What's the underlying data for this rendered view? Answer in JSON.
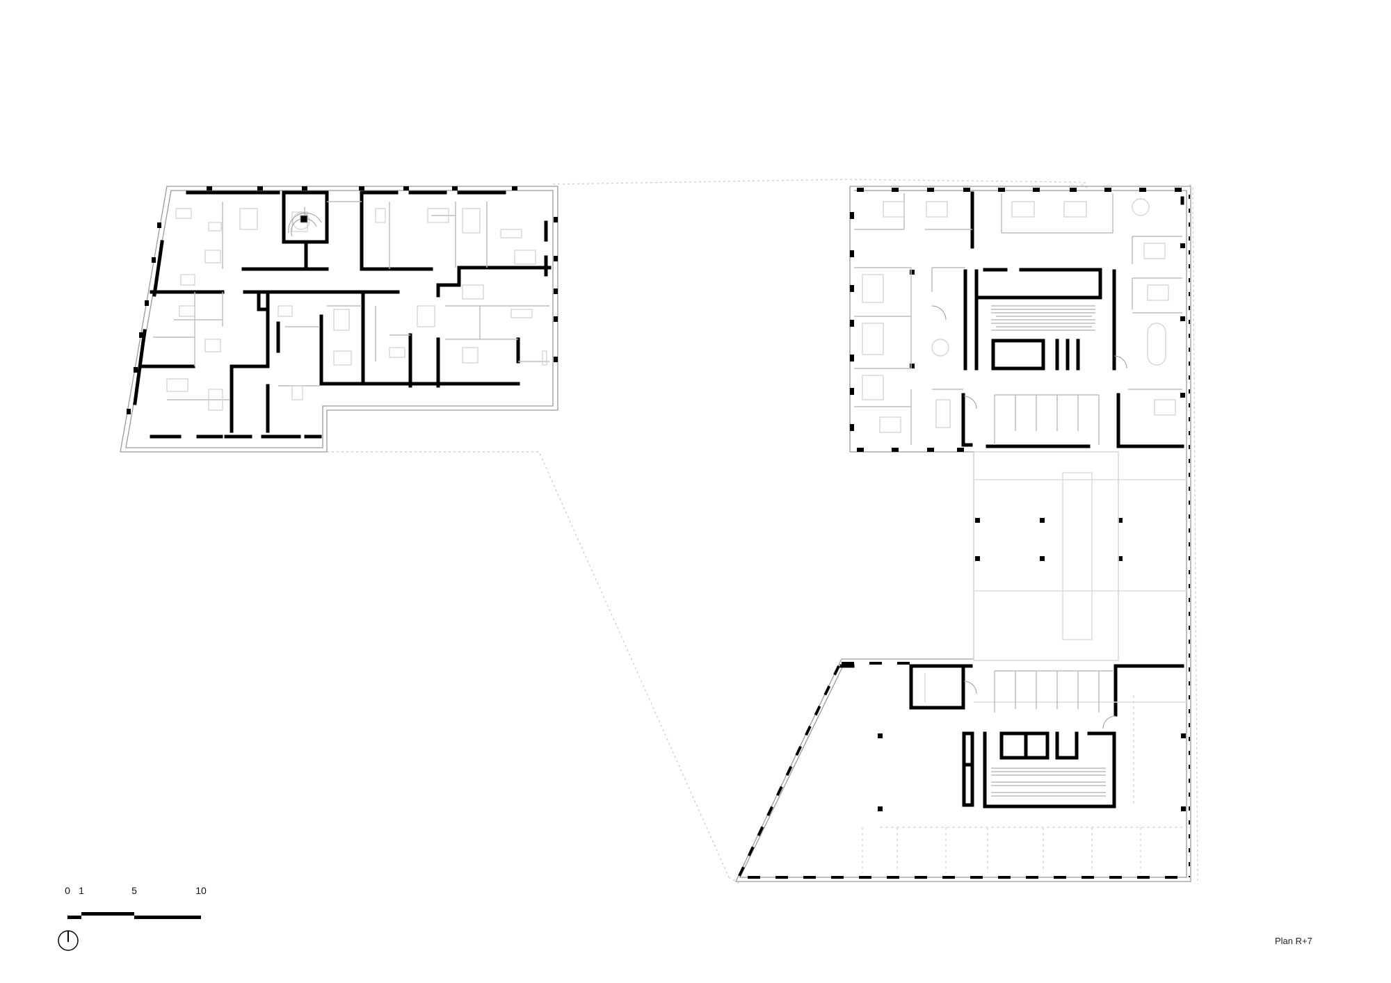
{
  "drawing": {
    "caption": "Plan R+7",
    "scale_bar": {
      "labels": [
        "0",
        "1",
        "5",
        "10"
      ],
      "units_hint": "m"
    },
    "north_arrow": {
      "icon": "north-arrow-icon"
    }
  },
  "colors": {
    "wall": "#000000",
    "partition": "#bdbdbd",
    "outline": "#c8c8c8",
    "furniture": "#cfcfcf",
    "background": "#ffffff"
  }
}
